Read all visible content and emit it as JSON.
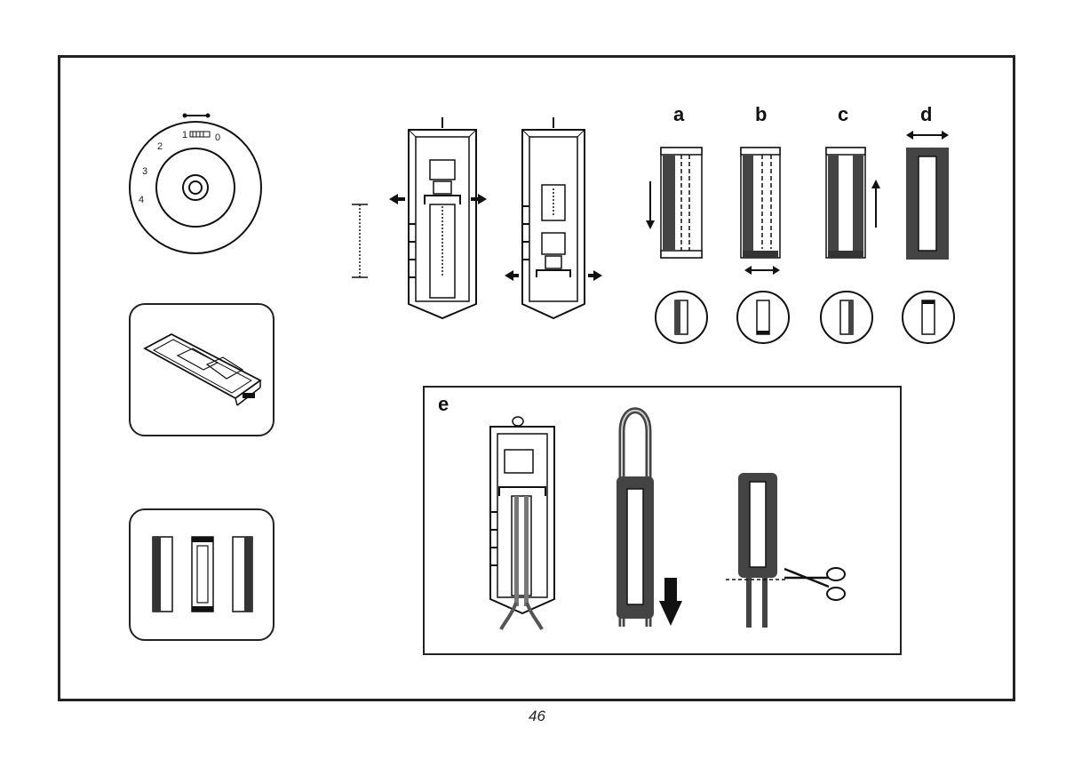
{
  "dial": {
    "marks": [
      "4",
      "3",
      "2",
      "1",
      "0"
    ]
  },
  "labels": {
    "a": "a",
    "b": "b",
    "c": "c",
    "d": "d",
    "e": "e"
  },
  "page": {
    "number": "46"
  }
}
